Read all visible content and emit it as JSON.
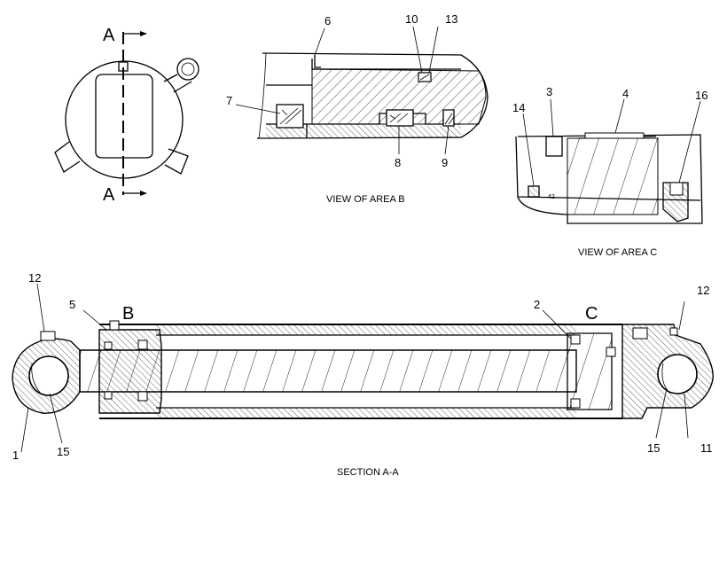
{
  "detail_a": {
    "section_marker": "A"
  },
  "view_b": {
    "caption": "VIEW OF AREA B",
    "labels": [
      "6",
      "10",
      "13",
      "7",
      "8",
      "9"
    ]
  },
  "view_c": {
    "caption": "VIEW OF AREA C",
    "labels": [
      "3",
      "4",
      "16",
      "14"
    ]
  },
  "section_aa": {
    "caption": "SECTION A-A",
    "area_b": "B",
    "area_c": "C",
    "labels": [
      "12",
      "5",
      "2",
      "12",
      "1",
      "15",
      "15",
      "11"
    ]
  }
}
